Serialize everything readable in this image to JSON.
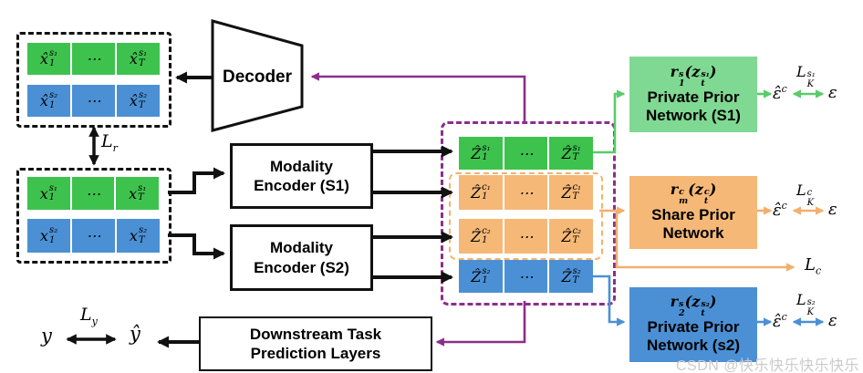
{
  "watermark": "CSDN @快乐快乐快乐快乐",
  "decoder": {
    "label": "Decoder"
  },
  "encoder_s1": {
    "line1": "Modality",
    "line2": "Encoder (S1)"
  },
  "encoder_s2": {
    "line1": "Modality",
    "line2": "Encoder (S2)"
  },
  "downstream": {
    "line1": "Downstream Task",
    "line2": "Prediction Layers"
  },
  "losses": {
    "lr": {
      "base": "L",
      "sub": "r"
    },
    "ly": {
      "base": "L",
      "sub": "y"
    },
    "lc": {
      "base": "L",
      "sub": "c"
    }
  },
  "outputs": {
    "y": "y",
    "y_hat": "ŷ"
  },
  "recon": {
    "rows": [
      {
        "cells": [
          {
            "base": "x̂",
            "sup": "s₁",
            "sub": "1"
          },
          {
            "base": "⋯"
          },
          {
            "base": "x̂",
            "sup": "s₁",
            "sub": "T"
          }
        ]
      },
      {
        "cells": [
          {
            "base": "x̂",
            "sup": "s₂",
            "sub": "1"
          },
          {
            "base": "⋯"
          },
          {
            "base": "x̂",
            "sup": "s₂",
            "sub": "T"
          }
        ]
      }
    ]
  },
  "inputs": {
    "rows": [
      {
        "cells": [
          {
            "base": "x",
            "sup": "s₁",
            "sub": "1"
          },
          {
            "base": "⋯"
          },
          {
            "base": "x",
            "sup": "s₁",
            "sub": "T"
          }
        ]
      },
      {
        "cells": [
          {
            "base": "x",
            "sup": "s₂",
            "sub": "1"
          },
          {
            "base": "⋯"
          },
          {
            "base": "x",
            "sup": "s₂",
            "sub": "T"
          }
        ]
      }
    ]
  },
  "latent": {
    "rows": [
      {
        "cells": [
          {
            "base": "Ẑ",
            "sup": "s₁",
            "sub": "1"
          },
          {
            "base": "⋯"
          },
          {
            "base": "Ẑ",
            "sup": "s₁",
            "sub": "T"
          }
        ]
      },
      {
        "cells": [
          {
            "base": "Ẑ",
            "sup": "c₁",
            "sub": "1"
          },
          {
            "base": "⋯"
          },
          {
            "base": "Ẑ",
            "sup": "c₁",
            "sub": "T"
          }
        ]
      },
      {
        "cells": [
          {
            "base": "Ẑ",
            "sup": "c₂",
            "sub": "1"
          },
          {
            "base": "⋯"
          },
          {
            "base": "Ẑ",
            "sup": "c₂",
            "sub": "T"
          }
        ]
      },
      {
        "cells": [
          {
            "base": "Ẑ",
            "sup": "s₂",
            "sub": "1"
          },
          {
            "base": "⋯"
          },
          {
            "base": "Ẑ",
            "sup": "s₂",
            "sub": "T"
          }
        ]
      }
    ]
  },
  "priors": [
    {
      "title": {
        "pre": "r",
        "sup1": "s",
        "sub1": "1",
        "mid": "(z",
        "sup2": "s₁",
        "sub2": "t",
        "post": ")"
      },
      "line1": "Private Prior",
      "line2": "Network (S1)"
    },
    {
      "title": {
        "pre": "r",
        "sup1": "c",
        "sub1": "m",
        "mid": "(z",
        "sup2": "c",
        "sub2": "t",
        "post": ")"
      },
      "line1": "Share Prior",
      "line2": "Network"
    },
    {
      "title": {
        "pre": "r",
        "sup1": "s",
        "sub1": "2",
        "mid": "(z",
        "sup2": "s₂",
        "sub2": "t",
        "post": ")"
      },
      "line1": "Private Prior",
      "line2": "Network (s2)"
    }
  ],
  "kl": [
    {
      "eps_hat": {
        "base": "ε̂",
        "sup": "c"
      },
      "loss": {
        "base": "L",
        "sup": "s₁",
        "sub": "K"
      },
      "eps": "ε"
    },
    {
      "eps_hat": {
        "base": "ε̂",
        "sup": "c"
      },
      "loss": {
        "base": "L",
        "sup": "c",
        "sub": "K"
      },
      "eps": "ε"
    },
    {
      "eps_hat": {
        "base": "ε̂",
        "sup": "c"
      },
      "loss": {
        "base": "L",
        "sup": "s₂",
        "sub": "K"
      },
      "eps": "ε"
    }
  ],
  "colors": {
    "green_cell": "#3EC24E",
    "blue_cell": "#4B90D5",
    "orange_cell": "#F5B877",
    "green_prior_box": "#7FD992",
    "purple": "#8B2F8B",
    "green_line": "#5BCB6B",
    "orange_line": "#F2AF6E",
    "blue_line": "#4B90D5",
    "black": "#111111",
    "watermark_gray": "#CBCBCB"
  }
}
